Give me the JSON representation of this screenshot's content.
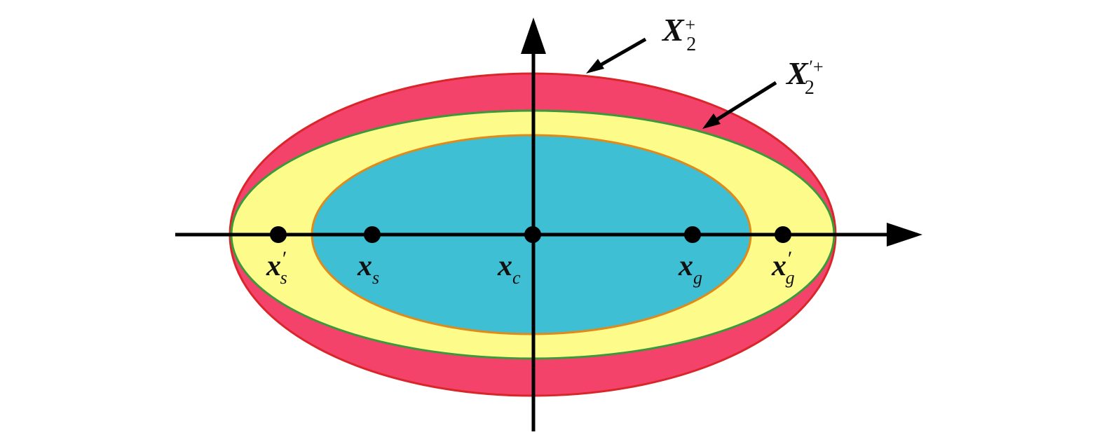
{
  "diagram": {
    "colors": {
      "outer_fill": "#f4436b",
      "outer_stroke": "#d9262b",
      "middle_fill": "#fdfb8a",
      "middle_stroke": "#3a9a3a",
      "inner_fill": "#3ebfd3",
      "inner_stroke": "#e08a1a",
      "axis": "#000000"
    },
    "regions": [
      {
        "name": "outer",
        "label": {
          "main": "X",
          "sub": "2",
          "sup": "+"
        }
      },
      {
        "name": "middle",
        "label": {
          "main": "X",
          "sub": "2",
          "sup": "′+"
        }
      }
    ],
    "points": [
      {
        "name": "xs-prime",
        "main": "x",
        "sub": "s",
        "prime": "′"
      },
      {
        "name": "xs",
        "main": "x",
        "sub": "s",
        "prime": ""
      },
      {
        "name": "xc",
        "main": "x",
        "sub": "c",
        "prime": ""
      },
      {
        "name": "xg",
        "main": "x",
        "sub": "g",
        "prime": ""
      },
      {
        "name": "xg-prime",
        "main": "x",
        "sub": "g",
        "prime": "′"
      }
    ]
  }
}
